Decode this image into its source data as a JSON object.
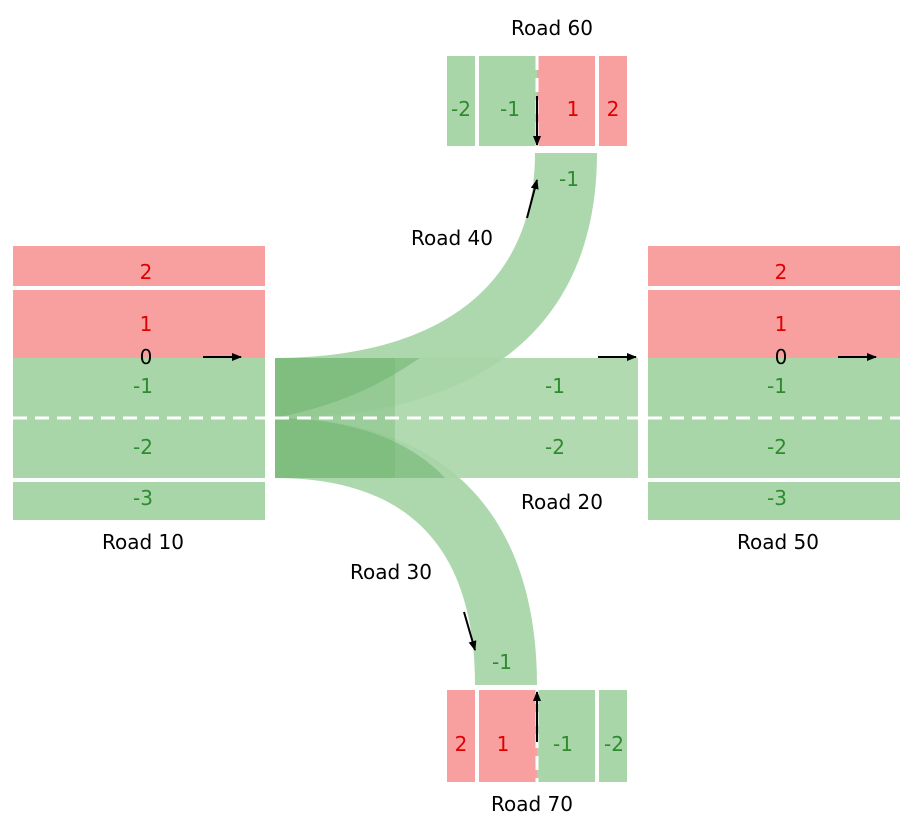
{
  "colors": {
    "positive_lane": "#f8a0a0",
    "negative_lane": "#a9d6a9",
    "positive_text": "#e00000",
    "negative_text": "#2e8b2e",
    "overlap": "#6fb46f",
    "reference_text": "#000000"
  },
  "roads": {
    "road10": {
      "name": "Road 10",
      "lanes": [
        "2",
        "1",
        "0",
        "-1",
        "-2",
        "-3"
      ]
    },
    "road20": {
      "name": "Road 20",
      "lanes": [
        "-1",
        "-2"
      ]
    },
    "road30": {
      "name": "Road 30",
      "lanes": [
        "-1"
      ]
    },
    "road40": {
      "name": "Road 40",
      "lanes": [
        "-1"
      ]
    },
    "road50": {
      "name": "Road 50",
      "lanes": [
        "2",
        "1",
        "0",
        "-1",
        "-2",
        "-3"
      ]
    },
    "road60": {
      "name": "Road 60",
      "lanes": [
        "-2",
        "-1",
        "1",
        "2"
      ]
    },
    "road70": {
      "name": "Road 70",
      "lanes": [
        "2",
        "1",
        "-1",
        "-2"
      ]
    }
  }
}
